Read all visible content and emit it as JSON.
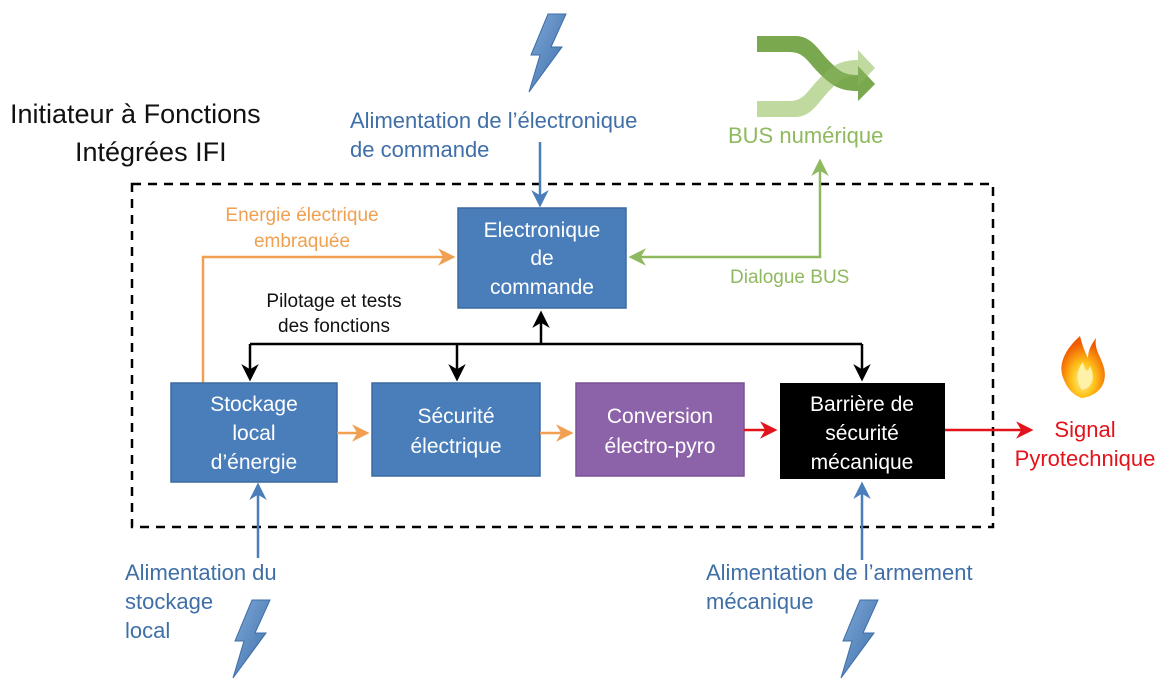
{
  "title": {
    "line1": "Initiateur à Fonctions",
    "line2": "Intégrées IFI"
  },
  "inputs": {
    "elec_power": {
      "line1": "Alimentation de l’électronique",
      "line2": "de commande"
    },
    "storage_power": {
      "line1": "Alimentation du",
      "line2": "stockage",
      "line3": "local"
    },
    "arming_power": {
      "line1": "Alimentation de l’armement",
      "line2": "mécanique"
    }
  },
  "bus": {
    "label": "BUS numérique",
    "dialogue": "Dialogue BUS"
  },
  "energy": {
    "line1": "Energie électrique",
    "line2": "embraquée"
  },
  "pilotage": {
    "line1": "Pilotage et tests",
    "line2": "des fonctions"
  },
  "blocks": {
    "electronique": {
      "line1": "Electronique",
      "line2": "de",
      "line3": "commande"
    },
    "stockage": {
      "line1": "Stockage",
      "line2": "local",
      "line3": "d’énergie"
    },
    "securite": {
      "line1": "Sécurité",
      "line2": "électrique"
    },
    "conversion": {
      "line1": "Conversion",
      "line2": "électro-pyro"
    },
    "barriere": {
      "line1": "Barrière de",
      "line2": "sécurité",
      "line3": "mécanique"
    }
  },
  "output": {
    "line1": "Signal",
    "line2": "Pyrotechnique"
  },
  "icons": {
    "lightning": "lightning-bolt-icon",
    "bus": "crossing-arrows-icon",
    "flame": "flame-icon"
  },
  "colors": {
    "block_blue": "#4a7ebb",
    "block_purple": "#8c62a8",
    "block_black": "#000000",
    "blue_text": "#3f6fa6",
    "orange": "#f0a050",
    "green": "#8fb95e",
    "red": "#e3131b"
  }
}
